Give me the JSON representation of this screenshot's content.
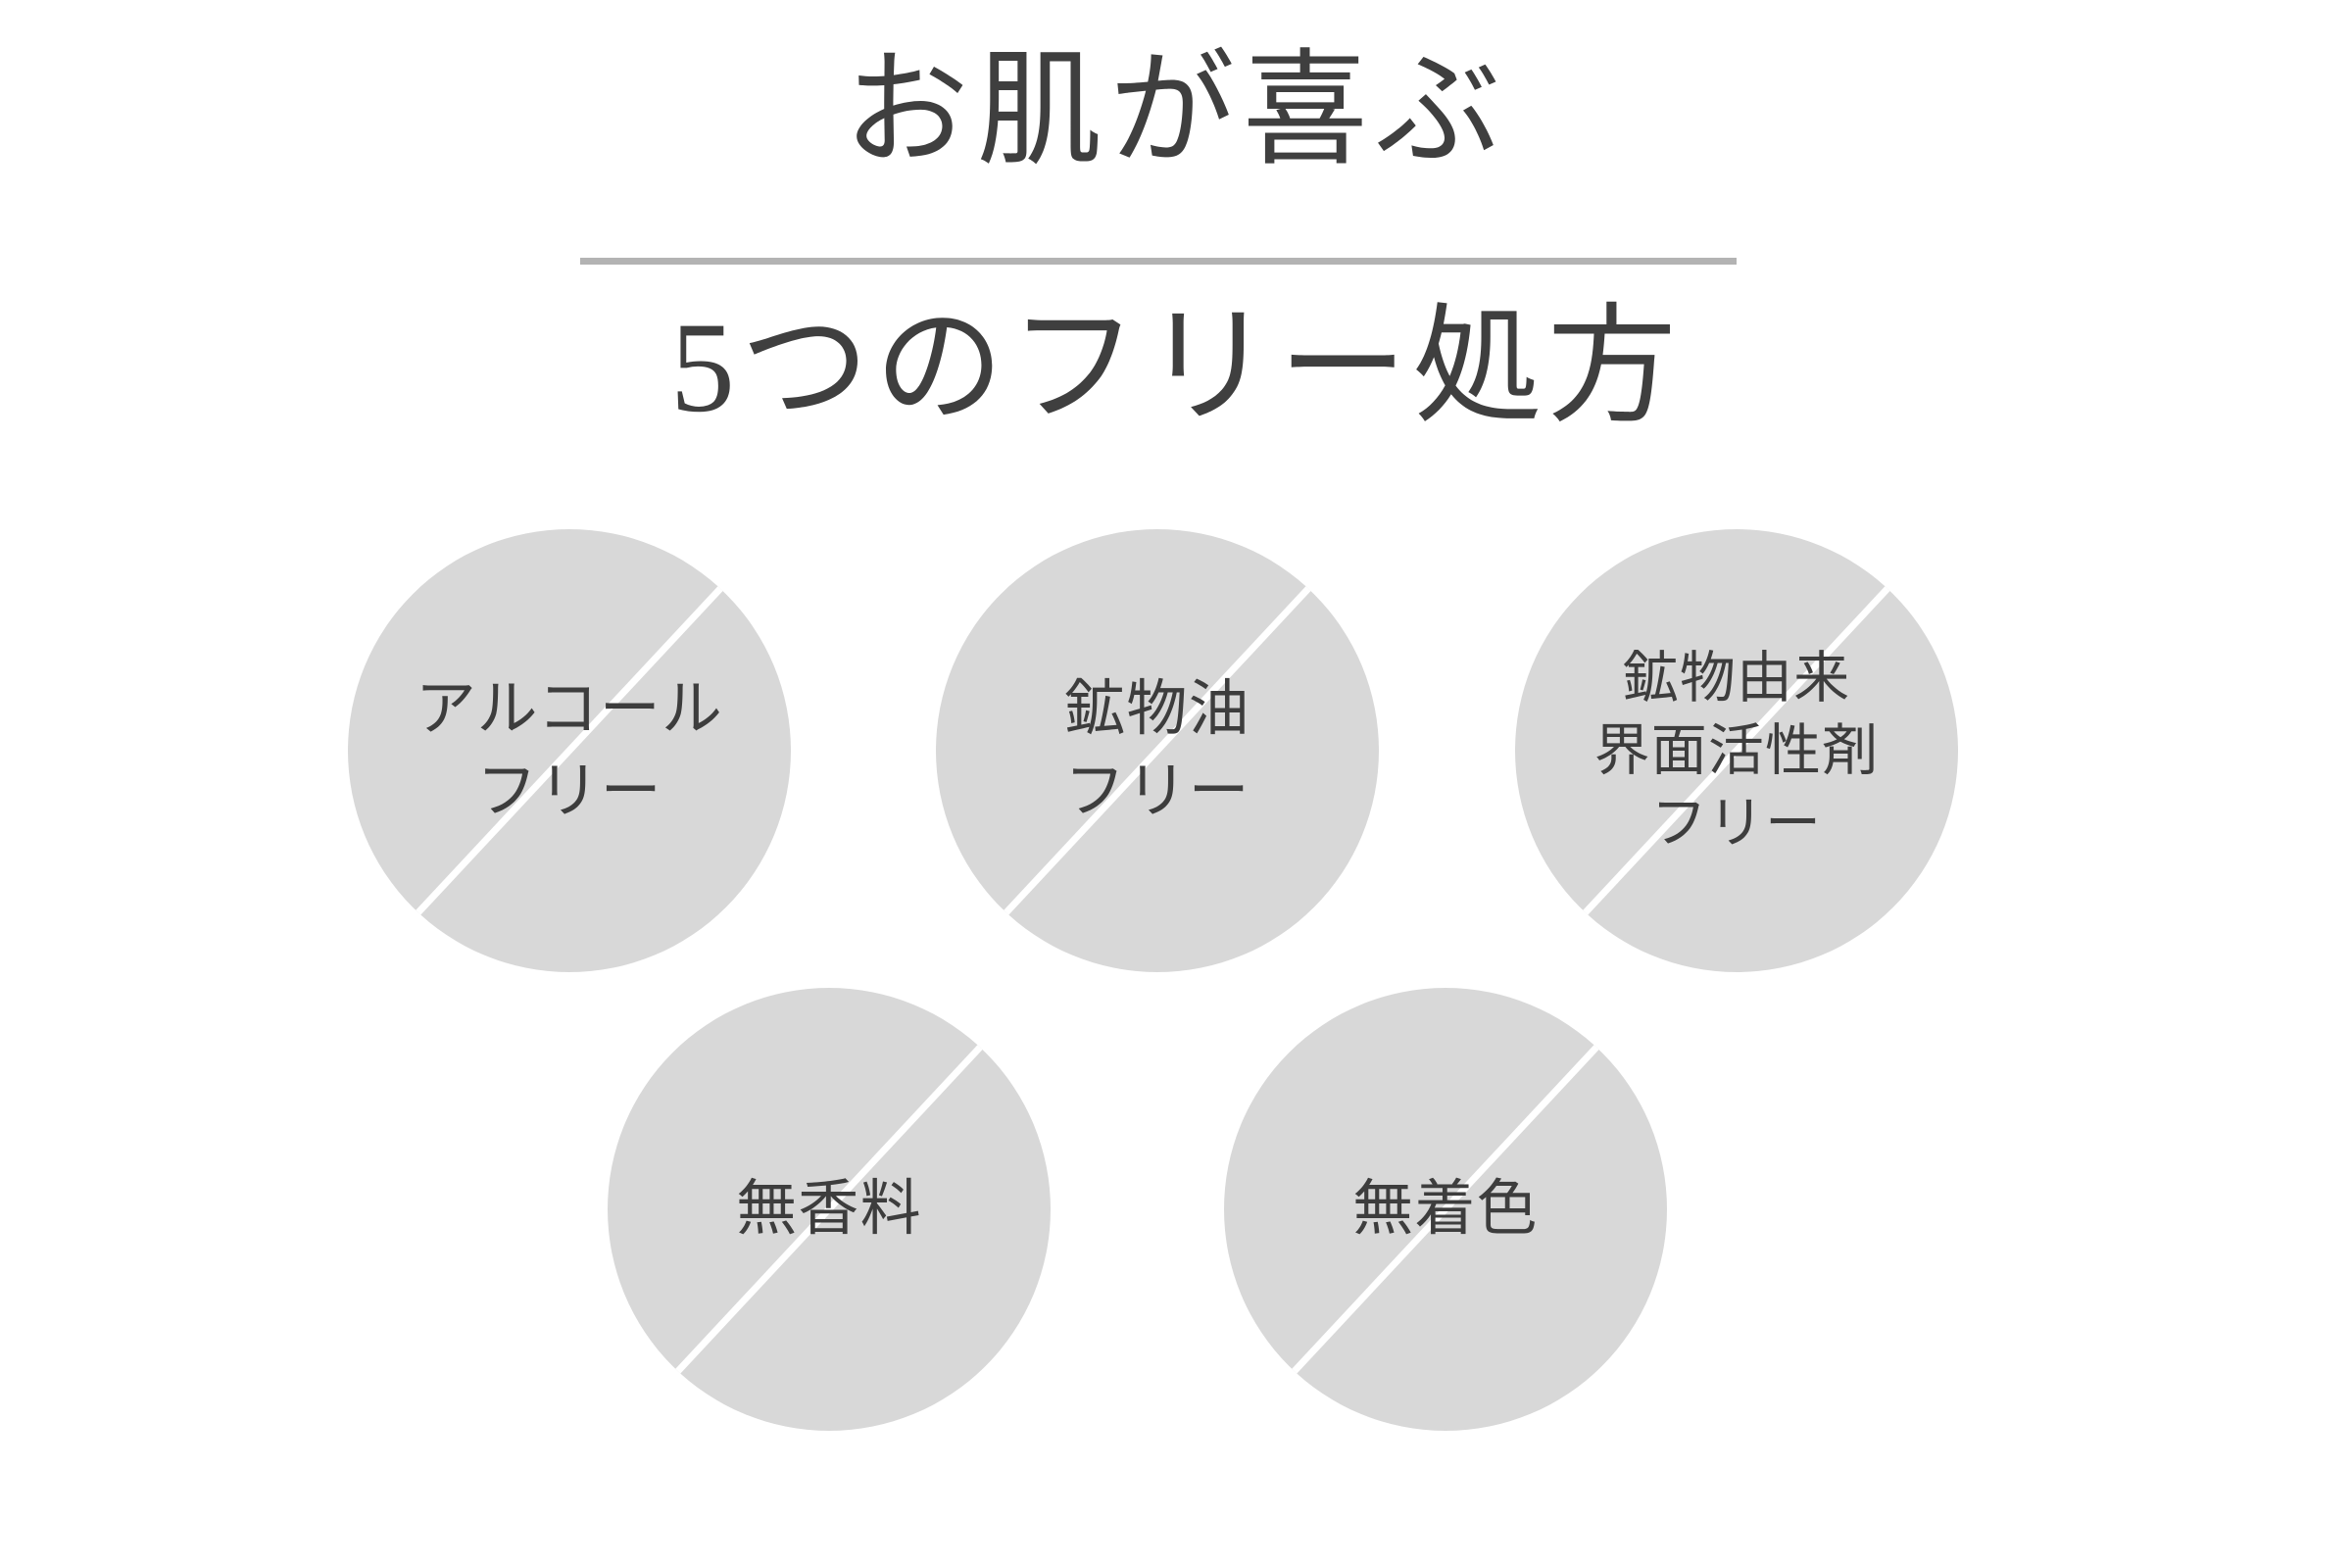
{
  "header": {
    "headline": "お肌が喜ぶ",
    "subheadline": "5つのフリー処方",
    "divider_color": "#b3b3b3",
    "text_color": "#3f3f3f"
  },
  "theme": {
    "background": "#ffffff",
    "badge_fill": "#d8d8d8",
    "badge_text_color": "#3d3d3d",
    "slash_color": "#ffffff"
  },
  "badges": [
    {
      "id": "alcohol-free",
      "label": "アルコール\nフリー",
      "lines": 2
    },
    {
      "id": "mineral-oil-free",
      "label": "鉱物油\nフリー",
      "lines": 2
    },
    {
      "id": "mineral-surfactant-free",
      "label": "鉱物由来\n界面活性剤\nフリー",
      "lines": 3
    },
    {
      "id": "fragrance-free",
      "label": "無香料",
      "lines": 1
    },
    {
      "id": "colorant-free",
      "label": "無着色",
      "lines": 1
    }
  ]
}
